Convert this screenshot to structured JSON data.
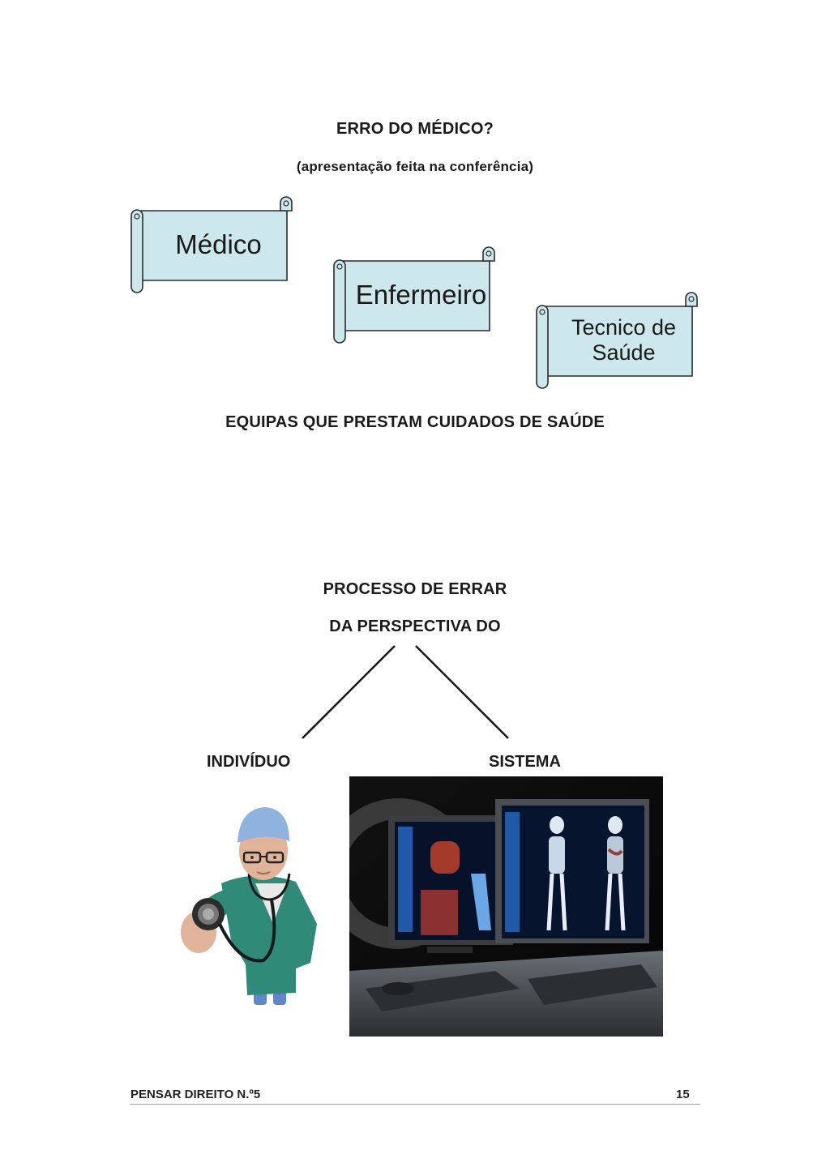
{
  "heading": {
    "title": "ERRO DO MÉDICO?",
    "subtitle": "(apresentação feita na conferência)"
  },
  "scrolls": [
    {
      "label": "Médico"
    },
    {
      "label": "Enfermeiro"
    },
    {
      "label": "Tecnico de Saúde"
    }
  ],
  "teams_caption": "EQUIPAS QUE PRESTAM CUIDADOS DE SAÚDE",
  "process": {
    "line1": "PROCESSO DE ERRAR",
    "line2": "DA PERSPECTIVA DO",
    "left_branch": "INDIVÍDUO",
    "right_branch": "SISTEMA"
  },
  "images": {
    "left": "doctor-with-stethoscope",
    "right": "medical-imaging-workstation"
  },
  "colors": {
    "scroll_fill": "#cde8ec",
    "scroll_stroke": "#2b2b2b"
  },
  "footer": {
    "publication": "PENSAR DIREITO N.º5",
    "page_number": "15"
  }
}
